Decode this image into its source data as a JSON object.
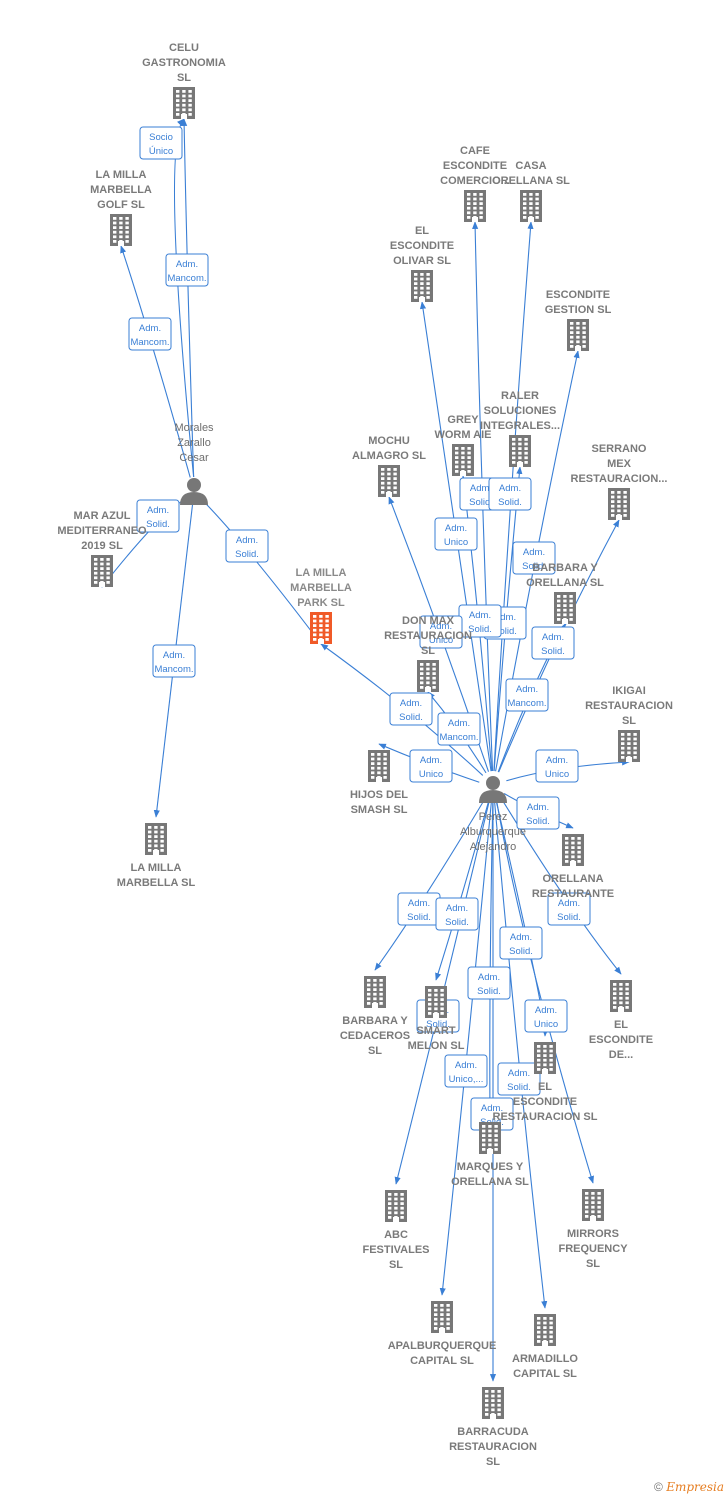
{
  "colors": {
    "edge": "#3a7fd5",
    "building": "#777777",
    "focal_building": "#f05a28",
    "person": "#777777",
    "label_box_border": "#3a7fd5"
  },
  "nodes": [
    {
      "id": "celu",
      "type": "company",
      "label": [
        "CELU",
        "GASTRONOMIA",
        "SL"
      ]
    },
    {
      "id": "lmmgolf",
      "type": "company",
      "label": [
        "LA MILLA",
        "MARBELLA",
        "GOLF  SL"
      ]
    },
    {
      "id": "morales",
      "type": "person",
      "label": [
        "Morales",
        "Zarallo",
        "Cesar"
      ]
    },
    {
      "id": "marazul",
      "type": "company",
      "label": [
        "MAR AZUL",
        "MEDITERRANEO",
        "2019  SL"
      ]
    },
    {
      "id": "lmmpark",
      "type": "focal",
      "label": [
        "LA MILLA",
        "MARBELLA",
        "PARK  SL"
      ]
    },
    {
      "id": "lmm",
      "type": "company",
      "label": [
        "LA MILLA",
        "MARBELLA  SL"
      ]
    },
    {
      "id": "cafe",
      "type": "company",
      "label": [
        "CAFE",
        "ESCONDITE",
        "COMERCIO..."
      ]
    },
    {
      "id": "casa",
      "type": "company",
      "label": [
        "CASA",
        "ORELLANA  SL"
      ]
    },
    {
      "id": "olivar",
      "type": "company",
      "label": [
        "EL",
        "ESCONDITE",
        "OLIVAR  SL"
      ]
    },
    {
      "id": "gestion",
      "type": "company",
      "label": [
        "ESCONDITE",
        "GESTION  SL"
      ]
    },
    {
      "id": "raler",
      "type": "company",
      "label": [
        "RALER",
        "SOLUCIONES",
        "INTEGRALES..."
      ]
    },
    {
      "id": "grey",
      "type": "company",
      "label": [
        "GREY",
        "WORM  AIE"
      ]
    },
    {
      "id": "mochu",
      "type": "company",
      "label": [
        "MOCHU",
        "ALMAGRO  SL"
      ]
    },
    {
      "id": "serrano",
      "type": "company",
      "label": [
        "SERRANO",
        "MEX",
        "RESTAURACION..."
      ]
    },
    {
      "id": "barbara_orellana",
      "type": "company",
      "label": [
        "BARBARA Y",
        "ORELLANA  SL"
      ]
    },
    {
      "id": "donmax",
      "type": "company",
      "label": [
        "DON MAX",
        "RESTAURACION",
        "SL"
      ]
    },
    {
      "id": "ikigai",
      "type": "company",
      "label": [
        "IKIGAI",
        "RESTAURACION",
        "SL"
      ]
    },
    {
      "id": "hijos",
      "type": "company",
      "label": [
        "HIJOS DEL",
        "SMASH  SL"
      ]
    },
    {
      "id": "perez",
      "type": "person",
      "label": [
        "Perez",
        "Alburquerque",
        "Alejandro"
      ]
    },
    {
      "id": "orellana_rest",
      "type": "company",
      "label": [
        "ORELLANA",
        "RESTAURANTE"
      ]
    },
    {
      "id": "el_escondite_de",
      "type": "company",
      "label": [
        "EL",
        "ESCONDITE",
        "DE..."
      ]
    },
    {
      "id": "barbara_cedaceros",
      "type": "company",
      "label": [
        "BARBARA Y",
        "CEDACEROS",
        "SL"
      ]
    },
    {
      "id": "melon",
      "type": "company",
      "label": [
        "SMART",
        "MELON  SL"
      ]
    },
    {
      "id": "escondite_rest",
      "type": "company",
      "label": [
        "EL",
        "ESCONDITE",
        "RESTAURACION SL"
      ]
    },
    {
      "id": "marques",
      "type": "company",
      "label": [
        "MARQUES Y",
        "ORELLANA  SL"
      ]
    },
    {
      "id": "abc",
      "type": "company",
      "label": [
        "ABC",
        "FESTIVALES",
        "SL"
      ]
    },
    {
      "id": "mirrors",
      "type": "company",
      "label": [
        "MIRRORS",
        "FREQUENCY",
        "SL"
      ]
    },
    {
      "id": "apal",
      "type": "company",
      "label": [
        "APALBURQUERQUE",
        "CAPITAL  SL"
      ]
    },
    {
      "id": "armadillo",
      "type": "company",
      "label": [
        "ARMADILLO",
        "CAPITAL  SL"
      ]
    },
    {
      "id": "barracuda",
      "type": "company",
      "label": [
        "BARRACUDA",
        "RESTAURACION",
        "SL"
      ]
    }
  ],
  "edges": [
    {
      "from": "morales",
      "to": "celu",
      "label": [
        "Socio",
        "Único"
      ]
    },
    {
      "from": "morales",
      "to": "celu",
      "label": [
        "Adm.",
        "Mancom."
      ]
    },
    {
      "from": "morales",
      "to": "lmmgolf",
      "label": [
        "Adm.",
        "Mancom."
      ]
    },
    {
      "from": "morales",
      "to": "marazul",
      "label": [
        "Adm.",
        "Solid."
      ]
    },
    {
      "from": "morales",
      "to": "lmmpark",
      "label": [
        "Adm.",
        "Solid."
      ]
    },
    {
      "from": "morales",
      "to": "lmm",
      "label": [
        "Adm.",
        "Mancom."
      ]
    },
    {
      "from": "perez",
      "to": "cafe",
      "label": [
        "Adm.",
        "Solid."
      ]
    },
    {
      "from": "perez",
      "to": "casa",
      "label": [
        "Adm.",
        "Solid."
      ]
    },
    {
      "from": "perez",
      "to": "olivar",
      "label": [
        "Adm.",
        "Unico"
      ]
    },
    {
      "from": "perez",
      "to": "gestion",
      "label": [
        "Adm.",
        "Solid."
      ]
    },
    {
      "from": "perez",
      "to": "raler",
      "label": [
        "Adm.",
        "Solid."
      ]
    },
    {
      "from": "perez",
      "to": "grey",
      "label": [
        "Adm.",
        "Solid."
      ]
    },
    {
      "from": "perez",
      "to": "mochu",
      "label": [
        "Adm.",
        "Unico"
      ]
    },
    {
      "from": "perez",
      "to": "serrano",
      "label": [
        "Adm.",
        "Solid."
      ]
    },
    {
      "from": "perez",
      "to": "barbara_orellana",
      "label": [
        "Adm.",
        "Mancom."
      ]
    },
    {
      "from": "perez",
      "to": "donmax",
      "label": [
        "Adm.",
        "Mancom."
      ]
    },
    {
      "from": "perez",
      "to": "lmmpark",
      "label": [
        "Adm.",
        "Solid."
      ]
    },
    {
      "from": "perez",
      "to": "ikigai",
      "label": [
        "Adm.",
        "Unico"
      ]
    },
    {
      "from": "perez",
      "to": "hijos",
      "label": [
        "Adm.",
        "Unico"
      ]
    },
    {
      "from": "perez",
      "to": "orellana_rest",
      "label": [
        "Adm.",
        "Solid."
      ]
    },
    {
      "from": "perez",
      "to": "el_escondite_de",
      "label": [
        "Adm.",
        "Solid."
      ]
    },
    {
      "from": "perez",
      "to": "barbara_cedaceros",
      "label": [
        "Adm.",
        "Solid."
      ]
    },
    {
      "from": "perez",
      "to": "melon",
      "label": [
        "Adm.",
        "Solid."
      ]
    },
    {
      "from": "perez",
      "to": "escondite_rest",
      "label": [
        "Adm.",
        "Unico"
      ]
    },
    {
      "from": "perez",
      "to": "marques",
      "label": [
        "Adm.",
        "Solid."
      ]
    },
    {
      "from": "perez",
      "to": "abc",
      "label": [
        "Adm.",
        "Solid."
      ]
    },
    {
      "from": "perez",
      "to": "mirrors",
      "label": [
        "Adm.",
        "Solid."
      ]
    },
    {
      "from": "perez",
      "to": "apal",
      "label": [
        "Adm.",
        "Unico,..."
      ]
    },
    {
      "from": "perez",
      "to": "armadillo",
      "label": [
        "Adm.",
        "Solid."
      ]
    },
    {
      "from": "perez",
      "to": "barracuda",
      "label": [
        "Adm.",
        "Solid."
      ]
    }
  ],
  "footer": {
    "copyright": "©",
    "brand": "Empresia"
  }
}
